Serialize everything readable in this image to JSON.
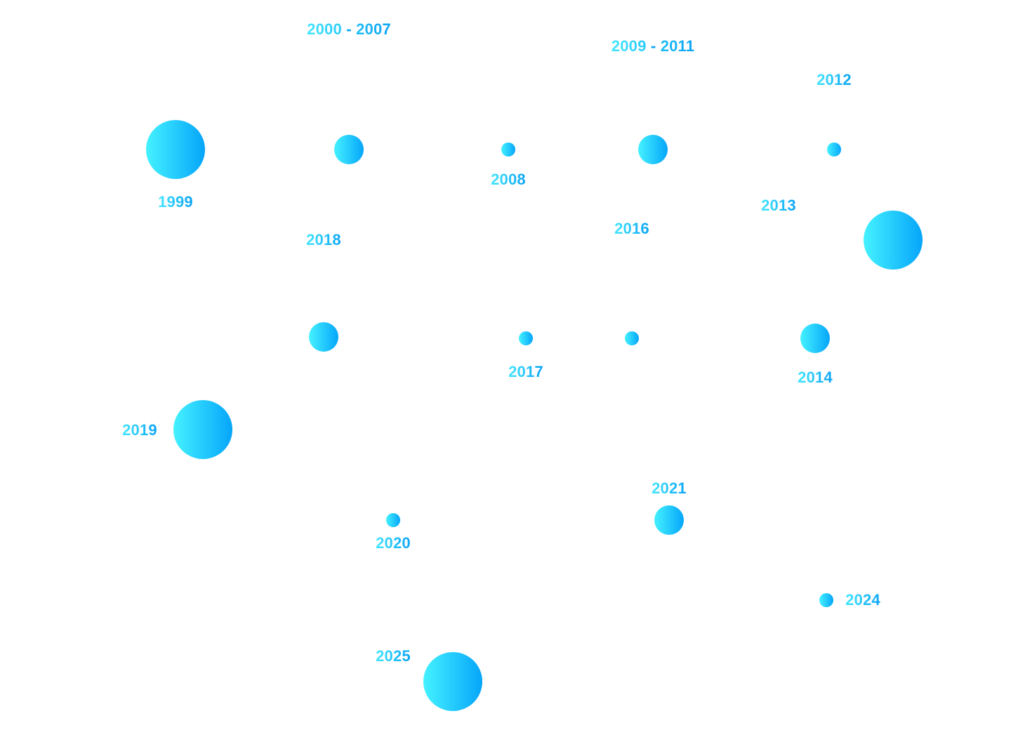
{
  "timeline": {
    "milestones": [
      {
        "id": "1999",
        "label": "1999",
        "size": "large"
      },
      {
        "id": "2000-2007",
        "label_start": "2000",
        "label_sep": "-",
        "label_end": "2007",
        "size": "medium"
      },
      {
        "id": "2008",
        "label": "2008",
        "size": "small"
      },
      {
        "id": "2009-2011",
        "label_start": "2009",
        "label_sep": "-",
        "label_end": "2011",
        "size": "medium"
      },
      {
        "id": "2012",
        "label": "2012",
        "size": "small"
      },
      {
        "id": "2013",
        "label": "2013",
        "size": "large"
      },
      {
        "id": "2014",
        "label": "2014",
        "size": "medium"
      },
      {
        "id": "2016",
        "label": "2016",
        "size": "small"
      },
      {
        "id": "2017",
        "label": "2017",
        "size": "small"
      },
      {
        "id": "2018",
        "label": "2018",
        "size": "medium"
      },
      {
        "id": "2019",
        "label": "2019",
        "size": "large"
      },
      {
        "id": "2020",
        "label": "2020",
        "size": "small"
      },
      {
        "id": "2021",
        "label": "2021",
        "size": "medium"
      },
      {
        "id": "2024",
        "label": "2024",
        "size": "small"
      },
      {
        "id": "2025",
        "label": "2025",
        "size": "large"
      }
    ]
  },
  "colors": {
    "gradient_start": "#44f2ff",
    "gradient_end": "#06a5fa",
    "background": "#ffffff"
  }
}
